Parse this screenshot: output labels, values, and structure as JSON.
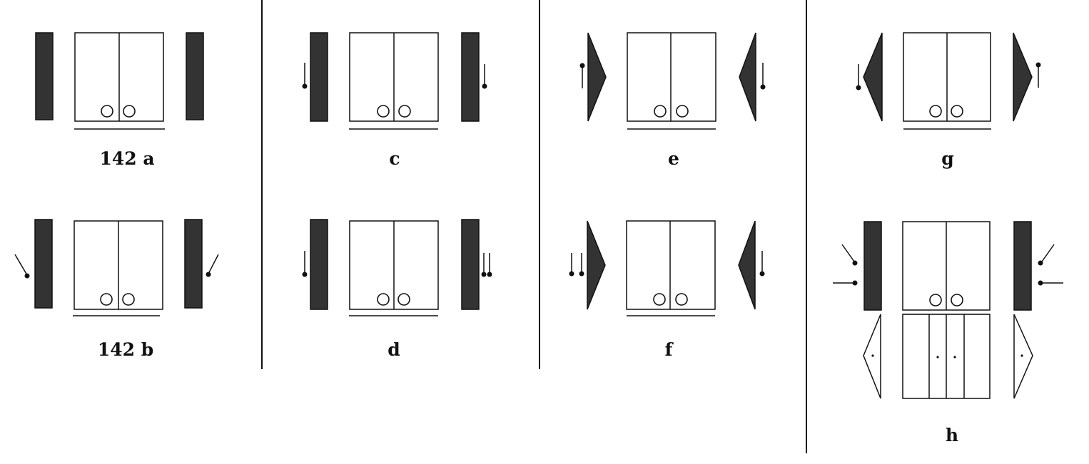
{
  "captions": {
    "a": "142 a",
    "b": "142 b",
    "c": "c",
    "d": "d",
    "e": "e",
    "f": "f",
    "g": "g",
    "h": "h"
  },
  "colors": {
    "ink": "#111111",
    "panel_fill": "#333333",
    "background": "#ffffff"
  }
}
